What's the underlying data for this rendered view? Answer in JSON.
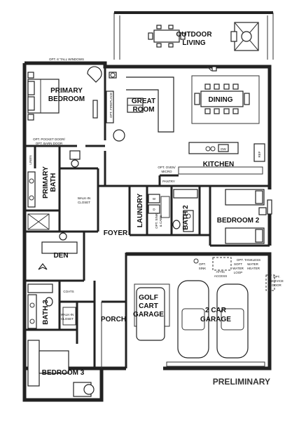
{
  "rooms": {
    "outdoor_living": [
      "OUTDOOR",
      "LIVING"
    ],
    "primary_bedroom": [
      "PRIMARY",
      "BEDROOM"
    ],
    "great_room": [
      "GREAT",
      "ROOM"
    ],
    "dining": "DINING",
    "kitchen": "KITCHEN",
    "primary_bath": [
      "PRIMARY",
      "BATH"
    ],
    "laundry": "LAUNDRY",
    "bath_2": "BATH 2",
    "bedroom_2": "BEDROOM 2",
    "foyer": "FOYER",
    "den": "DEN",
    "golf_cart_garage": [
      "GOLF",
      "CART",
      "GARAGE"
    ],
    "two_car_garage": [
      "2 CAR",
      "GARAGE"
    ],
    "bath_3": "BATH 3",
    "porch": "PORCH",
    "bedroom_3": "BEDROOM 3"
  },
  "notes": {
    "tall_windows": "OPT. 6' TALL WINDOWS",
    "pocket_door": [
      "OPT. POCKET DOOR/",
      "OPT. BARN DOOR"
    ],
    "fireplace": "OPT. FIREPLACE",
    "oven_micro": [
      "OPT. OVEN/",
      "MICRO"
    ],
    "pantry": "PANTRY",
    "dw": "DW",
    "ref": "REF",
    "linen": "LINEN",
    "walk_in_closet_primary": [
      "WALK-IN",
      "CLOSET"
    ],
    "walk_in_closet_bath3": [
      "WALK-IN",
      "CLOSET"
    ],
    "coats": "COATS",
    "sink_laundry": [
      "OPT. SINK",
      "& CABS"
    ],
    "w": "W",
    "d": "D",
    "opt_sink": [
      "OPT.",
      "SINK"
    ],
    "tankless": [
      "OPT. TANKLESS",
      "SOFT",
      "WATER",
      "WATER",
      "LOOP",
      "HEATER"
    ],
    "attic_access": [
      "ATTIC",
      "ACCESS"
    ],
    "service_door": [
      "OPT.",
      "SERVICE",
      "DOOR"
    ]
  },
  "status": "PRELIMINARY"
}
